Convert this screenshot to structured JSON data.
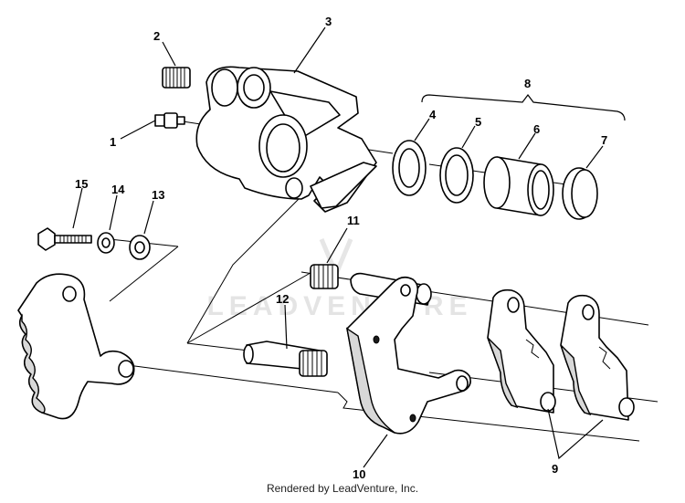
{
  "diagram": {
    "callouts": [
      {
        "id": "1",
        "label": "1"
      },
      {
        "id": "2",
        "label": "2"
      },
      {
        "id": "3",
        "label": "3"
      },
      {
        "id": "4",
        "label": "4"
      },
      {
        "id": "5",
        "label": "5"
      },
      {
        "id": "6",
        "label": "6"
      },
      {
        "id": "7",
        "label": "7"
      },
      {
        "id": "8",
        "label": "8"
      },
      {
        "id": "9",
        "label": "9"
      },
      {
        "id": "10",
        "label": "10"
      },
      {
        "id": "11",
        "label": "11"
      },
      {
        "id": "12",
        "label": "12"
      },
      {
        "id": "13",
        "label": "13"
      },
      {
        "id": "14",
        "label": "14"
      },
      {
        "id": "15",
        "label": "15"
      }
    ],
    "watermark": "LEADVENTURE",
    "footer": "Rendered by LeadVenture, Inc."
  }
}
